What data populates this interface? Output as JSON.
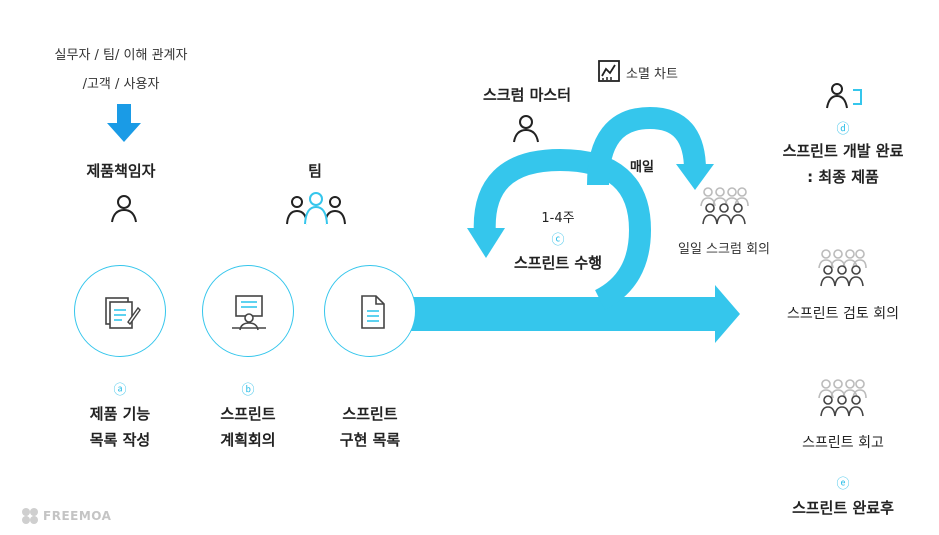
{
  "top_left": {
    "stakeholders_line1": "실무자 / 팀/ 이해 관계자",
    "stakeholders_line2": "/고객 / 사용자"
  },
  "roles": {
    "product_owner": "제품책임자",
    "team": "팀",
    "scrum_master": "스크럼 마스터"
  },
  "steps": {
    "a_mark": "ⓐ",
    "a_line1": "제품 기능",
    "a_line2": "목록 작성",
    "b_mark": "ⓑ",
    "b_line1": "스프린트",
    "b_line2": "계획회의",
    "backlog_line1": "스프린트",
    "backlog_line2": "구현 목록"
  },
  "cycle": {
    "burndown": "소멸 차트",
    "daily": "매일",
    "duration": "1-4주",
    "c_mark": "ⓒ",
    "sprint_exec": "스프린트 수행",
    "daily_scrum": "일일 스크럼 회의"
  },
  "right": {
    "d_mark": "ⓓ",
    "d_line1": "스프린트 개발 완료",
    "d_line2": ": 최종 제품",
    "review": "스프린트 검토 회의",
    "retro": "스프린트 회고",
    "e_mark": "ⓔ",
    "e_label": "스프린트 완료후"
  },
  "brand": {
    "logo_text": "FREEMOA"
  },
  "colors": {
    "accent": "#35c6ec",
    "blue_arrow": "#1a9be6",
    "text": "#222222",
    "gray_icon": "#bbbbbb"
  }
}
